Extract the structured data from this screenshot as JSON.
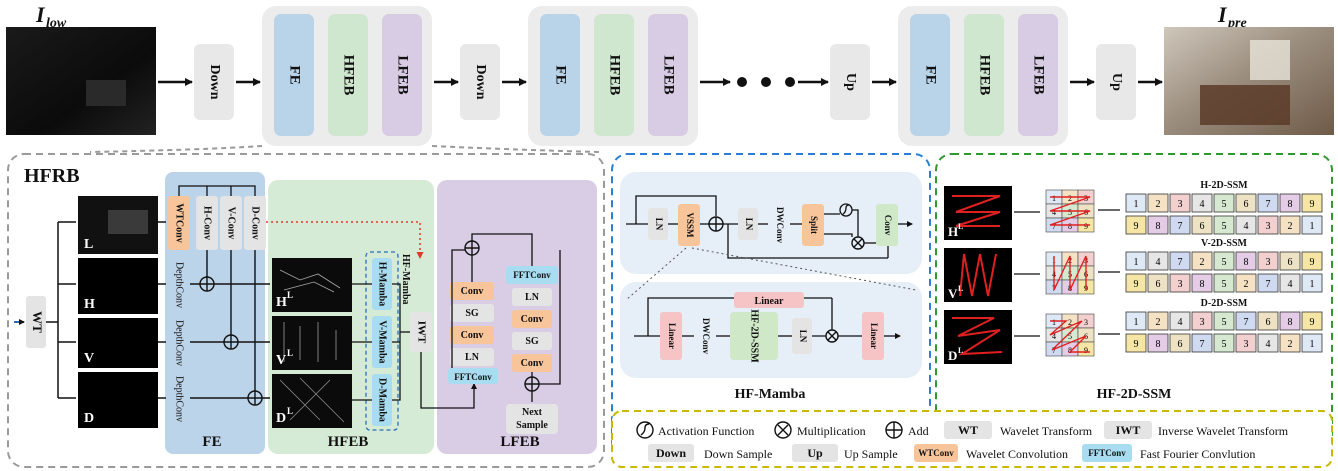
{
  "top": {
    "input_label": "I",
    "input_sub": "low",
    "output_label": "I",
    "output_sub": "pre",
    "down": "Down",
    "up": "Up",
    "fe": "FE",
    "hfeb": "HFEB",
    "lfeb": "LFEB"
  },
  "hfrb": {
    "title": "HFRB",
    "wt": "WT",
    "sub_l": "L",
    "sub_h": "H",
    "sub_v": "V",
    "sub_d": "D",
    "wtconv": "WTConv",
    "hconv": "H-Conv",
    "vconv": "V-Conv",
    "dconv": "D-Conv",
    "depthconv": "DepthConv",
    "hl": "H",
    "vl": "V",
    "dl": "D",
    "sup_l": "L",
    "hmamba": "H-Mamba",
    "vmamba": "V-Mamba",
    "dmamba": "D-Mamba",
    "hf_mamba_side": "HF-Mamba",
    "iwt": "IWT",
    "conv": "Conv",
    "sg": "SG",
    "ln": "LN",
    "fftconv": "FFTConv",
    "next_sample": "Next Sample",
    "fe_label": "FE",
    "hfeb_label": "HFEB",
    "lfeb_label": "LFEB"
  },
  "hfmamba": {
    "ln": "LN",
    "vssm": "VSSM",
    "dwconv": "DWConv",
    "split": "Split",
    "conv": "Conv",
    "linear": "Linear",
    "hf2dssm_block": "HF-2D-SSM",
    "label": "HF-Mamba"
  },
  "ssm": {
    "h_title": "H-2D-SSM",
    "v_title": "V-2D-SSM",
    "d_title": "D-2D-SSM",
    "h_row1": [
      "1",
      "2",
      "3",
      "4",
      "5",
      "6",
      "7",
      "8",
      "9"
    ],
    "h_row2": [
      "9",
      "8",
      "7",
      "6",
      "5",
      "4",
      "3",
      "2",
      "1"
    ],
    "v_row1": [
      "1",
      "4",
      "7",
      "2",
      "5",
      "8",
      "3",
      "6",
      "9"
    ],
    "v_row2": [
      "9",
      "6",
      "3",
      "8",
      "5",
      "2",
      "7",
      "4",
      "1"
    ],
    "d_row1": [
      "1",
      "2",
      "4",
      "3",
      "5",
      "7",
      "6",
      "8",
      "9"
    ],
    "d_row2": [
      "9",
      "8",
      "6",
      "7",
      "5",
      "3",
      "4",
      "2",
      "1"
    ],
    "label": "HF-2D-SSM",
    "img_h": "H",
    "img_v": "V",
    "img_d": "D",
    "sup": "L"
  },
  "legend": {
    "activation": "Activation Function",
    "multiplication": "Multiplication",
    "add": "Add",
    "wt": "WT",
    "wt_desc": "Wavelet Transform",
    "iwt": "IWT",
    "iwt_desc": "Inverse Wavelet Transform",
    "down": "Down",
    "down_desc": "Down Sample",
    "up": "Up",
    "up_desc": "Up Sample",
    "wtconv": "WTConv",
    "wtconv_desc": "Wavelet Convolution",
    "fftconv": "FFTConv",
    "fftconv_desc": "Fast Fourier Convlution"
  },
  "colors": {
    "fe": "#b9d3e8",
    "hfeb": "#cfe6cf",
    "lfeb": "#d8cbe4",
    "down": "#e8e8e8",
    "hfrb_fe_bg": "#bcd4ea",
    "hfrb_hfeb_bg": "#d6ebd6",
    "hfrb_lfeb_bg": "#d9cde6",
    "mamba_bg": "#e6eef8",
    "orange": "#f8c49a",
    "pink": "#f6c4c4",
    "green": "#cfe8c8",
    "cyan": "#a8dcf0"
  }
}
